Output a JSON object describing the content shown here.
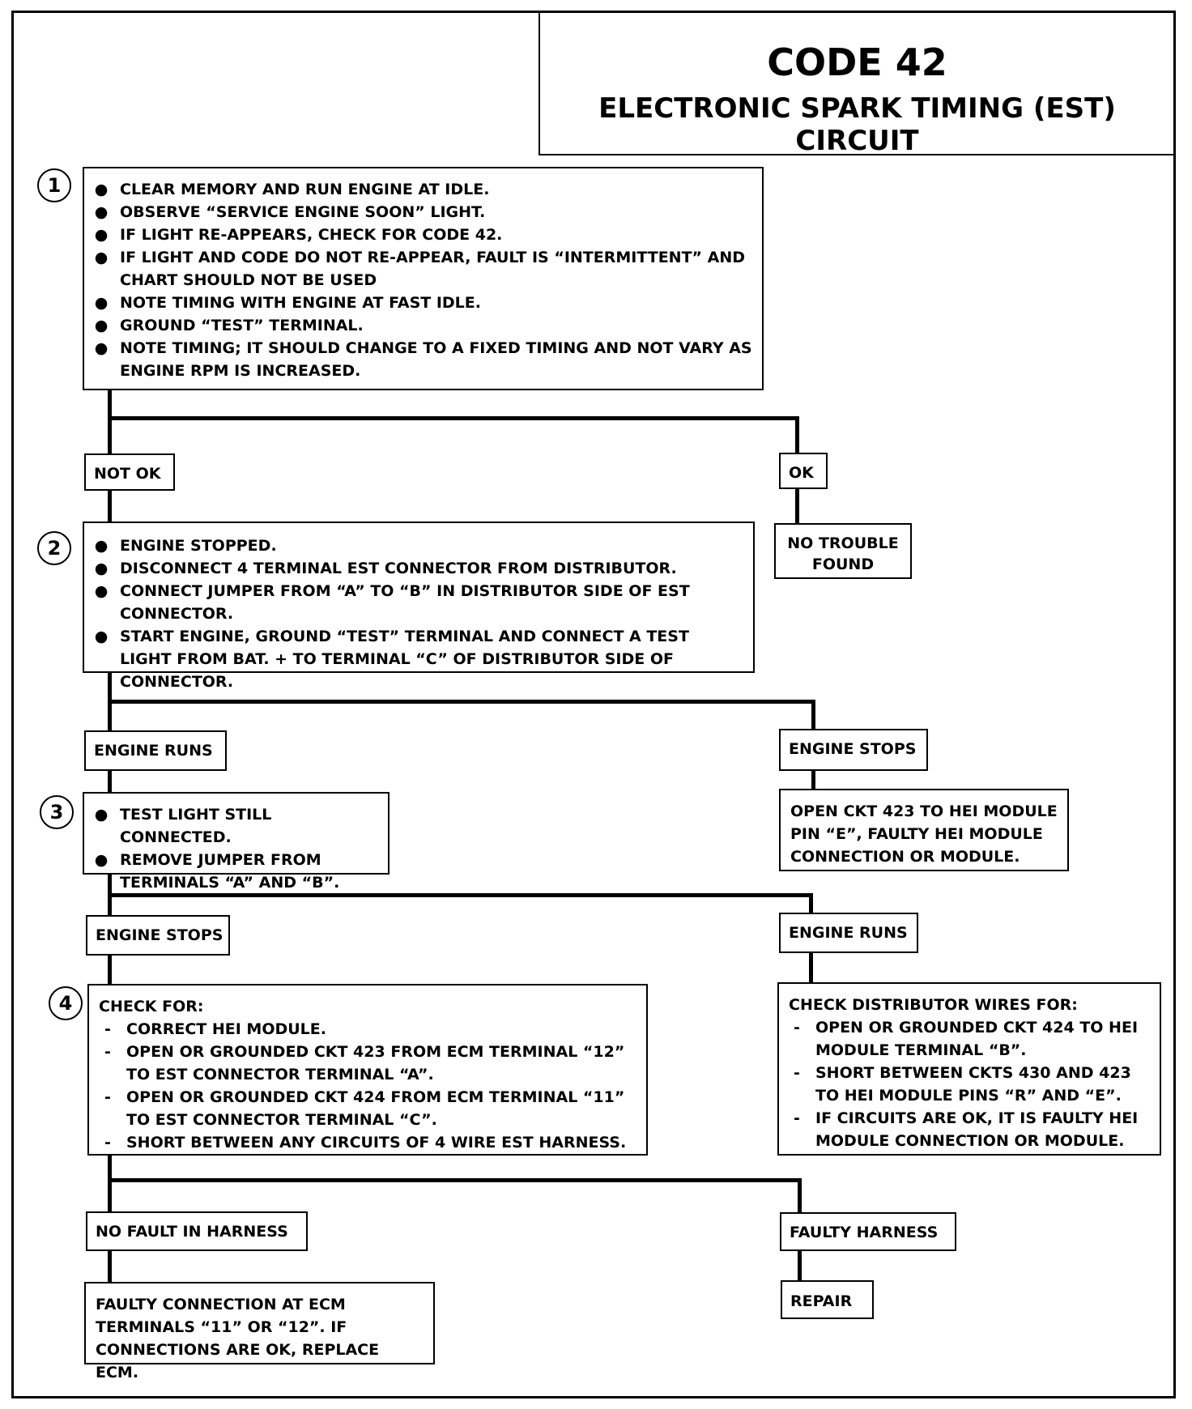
{
  "title": {
    "code": "CODE 42",
    "subtitle": "ELECTRONIC SPARK TIMING (EST) CIRCUIT"
  },
  "step1": {
    "number": "1",
    "items": [
      "CLEAR MEMORY AND RUN ENGINE AT IDLE.",
      "OBSERVE “SERVICE ENGINE SOON” LIGHT.",
      "IF LIGHT RE-APPEARS, CHECK FOR CODE 42.",
      "IF LIGHT AND CODE DO NOT RE-APPEAR, FAULT IS “INTERMITTENT” AND CHART SHOULD NOT BE USED",
      "NOTE TIMING WITH ENGINE AT FAST IDLE.",
      "GROUND “TEST” TERMINAL.",
      "NOTE TIMING;  IT SHOULD CHANGE TO A FIXED TIMING AND NOT VARY AS ENGINE RPM IS INCREASED."
    ]
  },
  "branch1": {
    "not_ok": "NOT OK",
    "ok": "OK",
    "ok_result": "NO TROUBLE FOUND"
  },
  "step2": {
    "number": "2",
    "items": [
      "ENGINE STOPPED.",
      "DISCONNECT 4 TERMINAL EST CONNECTOR FROM DISTRIBUTOR.",
      "CONNECT JUMPER FROM “A” TO “B” IN DISTRIBUTOR SIDE OF EST CONNECTOR.",
      "START ENGINE, GROUND “TEST” TERMINAL  AND CONNECT A TEST LIGHT FROM BAT.  +  TO TERMINAL “C” OF DISTRIBUTOR SIDE OF CONNECTOR."
    ]
  },
  "branch2": {
    "left": "ENGINE RUNS",
    "right": "ENGINE STOPS",
    "right_result": "OPEN CKT 423 TO HEI MODULE PIN “E”, FAULTY HEI MODULE CONNECTION OR MODULE."
  },
  "step3": {
    "number": "3",
    "items": [
      "TEST LIGHT STILL CONNECTED.",
      "REMOVE JUMPER FROM TERMINALS “A” AND “B”."
    ]
  },
  "branch3": {
    "left": "ENGINE STOPS",
    "right": "ENGINE RUNS"
  },
  "step4": {
    "number": "4",
    "heading": "CHECK FOR:",
    "items": [
      "CORRECT HEI MODULE.",
      "OPEN OR GROUNDED CKT 423 FROM ECM TERMINAL “12” TO EST CONNECTOR TERMINAL “A”.",
      "OPEN OR GROUNDED CKT 424 FROM ECM TERMINAL “11” TO EST CONNECTOR TERMINAL “C”.",
      "SHORT BETWEEN ANY CIRCUITS OF 4 WIRE EST HARNESS."
    ]
  },
  "distributor_check": {
    "heading": "CHECK DISTRIBUTOR WIRES FOR:",
    "items": [
      "OPEN OR GROUNDED CKT 424 TO HEI MODULE TERMINAL “B”.",
      "SHORT BETWEEN CKTS 430 AND  423 TO HEI MODULE PINS “R” AND “E”.",
      "IF CIRCUITS ARE OK, IT IS FAULTY HEI MODULE CONNECTION OR MODULE."
    ]
  },
  "branch4": {
    "left": "NO FAULT IN HARNESS",
    "left_result": "FAULTY CONNECTION AT ECM TERMINALS “11” OR “12”.  IF CONNECTIONS ARE OK,  REPLACE ECM.",
    "right": "FAULTY HARNESS",
    "right_result": "REPAIR"
  },
  "symbols": {
    "bullet": "●",
    "dash": "-"
  }
}
